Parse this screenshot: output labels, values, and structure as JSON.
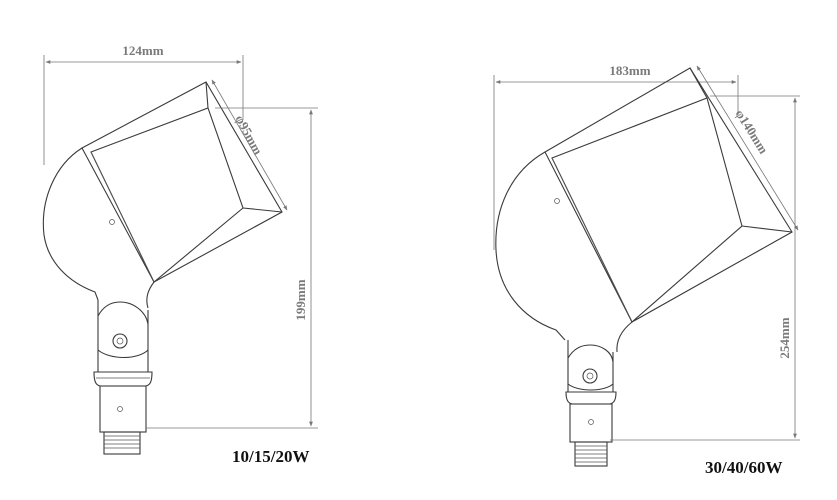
{
  "small_fixture": {
    "width_label": "124mm",
    "diameter_label": "φ95mm",
    "height_label": "199mm",
    "wattage_label": "10/15/20W"
  },
  "large_fixture": {
    "width_label": "183mm",
    "diameter_label": "φ140mm",
    "height_label": "254mm",
    "wattage_label": "30/40/60W"
  }
}
